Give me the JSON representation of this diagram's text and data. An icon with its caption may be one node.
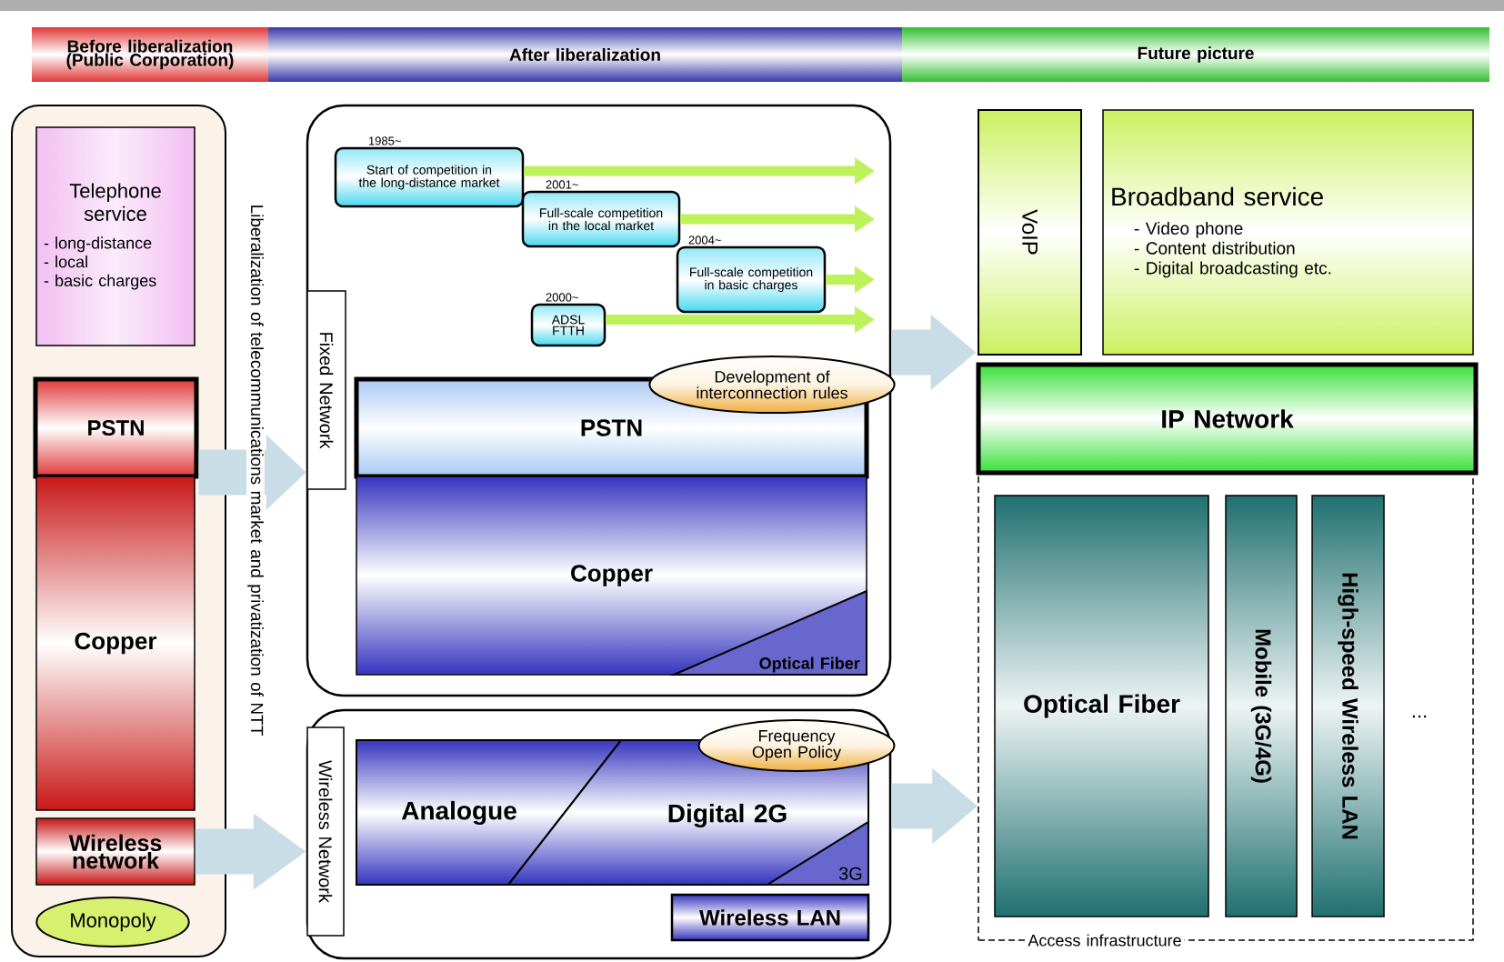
{
  "diagram": {
    "nodes": [
      {
        "text": [
          "Before liberalization (Public Corporation)"
        ]
      },
      {
        "text": [
          "After liberalization"
        ]
      },
      {
        "text": [
          "Future picture"
        ]
      },
      {
        "text": [],
        "shape": "box"
      },
      {
        "text": [
          "Telephone service",
          "- long-distance",
          "- local",
          "- basic charges"
        ],
        "in": 3
      },
      {
        "text": [
          "PSTN"
        ],
        "in": 3
      },
      {
        "text": [
          "Copper"
        ],
        "in": 3
      },
      {
        "text": [
          "Wireless network"
        ],
        "in": 3
      },
      {
        "text": [
          "Monopoly"
        ],
        "in": 3
      },
      {
        "text": [
          "Fixed Network"
        ]
      },
      {
        "text": [
          "Start of competition in the long-distance market"
        ],
        "beside": [
          "1985~"
        ],
        "in": 9
      },
      {
        "text": [
          "Full-scale competition in the local market"
        ],
        "beside": [
          "2001~"
        ],
        "in": 9
      },
      {
        "text": [
          "Full-scale competition in basic charges"
        ],
        "beside": [
          "2004~"
        ],
        "in": 9
      },
      {
        "text": [
          "ADSL FTTH"
        ],
        "beside": [
          "2000~"
        ],
        "in": 9
      },
      {
        "text": [
          "Development of interconnection rules"
        ],
        "in": 9
      },
      {
        "text": [
          "PSTN"
        ],
        "in": 9
      },
      {
        "text": [
          "Copper"
        ],
        "in": 9
      },
      {
        "text": [
          "Optical Fiber"
        ],
        "in": 16
      },
      {
        "text": [
          "Wireless Network"
        ]
      },
      {
        "text": [
          "Analogue"
        ],
        "in": 18
      },
      {
        "text": [
          "Digital 2G"
        ],
        "in": 18
      },
      {
        "text": [
          "3G"
        ],
        "in": 20
      },
      {
        "text": [
          "Frequency Open Policy"
        ],
        "in": 18
      },
      {
        "text": [
          "Wireless LAN"
        ],
        "in": 18
      },
      {
        "text": [
          "VoIP"
        ]
      },
      {
        "text": [
          "Broadband service",
          "- Video phone",
          "- Content distribution",
          "- Digital broadcasting etc."
        ]
      },
      {
        "text": [
          "IP Network"
        ]
      },
      {
        "text": [
          "Access infrastructure"
        ]
      },
      {
        "text": [
          "Optical Fiber"
        ],
        "in": 27
      },
      {
        "text": [
          "Mobile (3G/4G)"
        ],
        "in": 27
      },
      {
        "text": [
          "High-speed Wireless LAN"
        ],
        "in": 27
      }
    ],
    "edges": [
      {
        "from": 5,
        "to": 9,
        "arrow": "to",
        "style": "thick",
        "color": "#c8dde6"
      },
      {
        "from": 7,
        "to": 18,
        "arrow": "to",
        "style": "thick",
        "color": "#c8dde6"
      },
      {
        "from": 10,
        "to": null,
        "arrow": "to",
        "color": "#bef25a"
      },
      {
        "from": 11,
        "to": null,
        "arrow": "to",
        "color": "#bef25a"
      },
      {
        "from": 12,
        "to": null,
        "arrow": "to",
        "color": "#bef25a"
      },
      {
        "from": 13,
        "to": null,
        "arrow": "to",
        "color": "#bef25a"
      },
      {
        "from": 9,
        "to": 26,
        "arrow": "to",
        "style": "thick",
        "color": "#c8dde6"
      },
      {
        "from": 18,
        "to": 27,
        "arrow": "to",
        "style": "thick",
        "color": "#c8dde6"
      }
    ],
    "labels": [
      "Liberalization of telecommunications market and privatization of NTT",
      "..."
    ]
  }
}
